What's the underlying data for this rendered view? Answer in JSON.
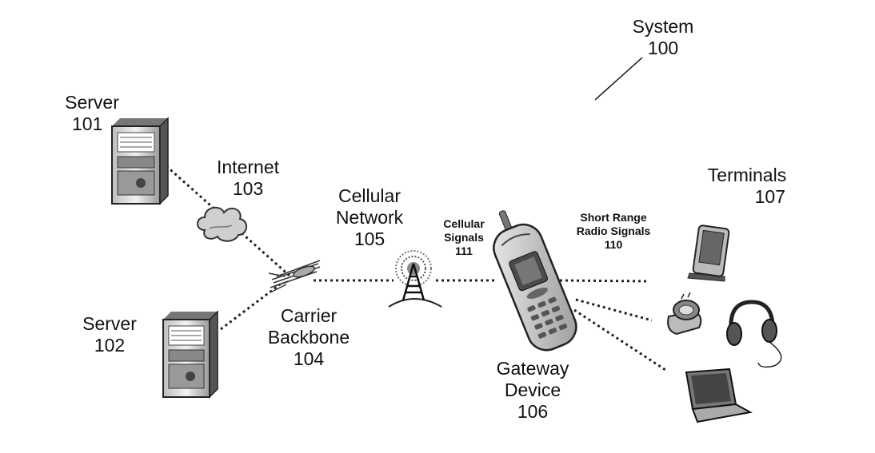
{
  "labels": {
    "system": {
      "line1": "System",
      "line2": "100"
    },
    "server101": {
      "line1": "Server",
      "line2": "101"
    },
    "server102": {
      "line1": "Server",
      "line2": "102"
    },
    "internet": {
      "line1": "Internet",
      "line2": "103"
    },
    "carrier": {
      "line1": "Carrier",
      "line2": "Backbone",
      "line3": "104"
    },
    "cellular": {
      "line1": "Cellular",
      "line2": "Network",
      "line3": "105"
    },
    "gateway": {
      "line1": "Gateway",
      "line2": "Device",
      "line3": "106"
    },
    "terminals": {
      "line1": "Terminals",
      "line2": "107"
    },
    "cell_sig": {
      "line1": "Cellular",
      "line2": "Signals",
      "line3": "111"
    },
    "radio_sig": {
      "line1": "Short Range",
      "line2": "Radio Signals",
      "line3": "110"
    }
  },
  "colors": {
    "ink": "#111111",
    "device_fill": "#d9d9d9",
    "device_dark": "#555555"
  }
}
